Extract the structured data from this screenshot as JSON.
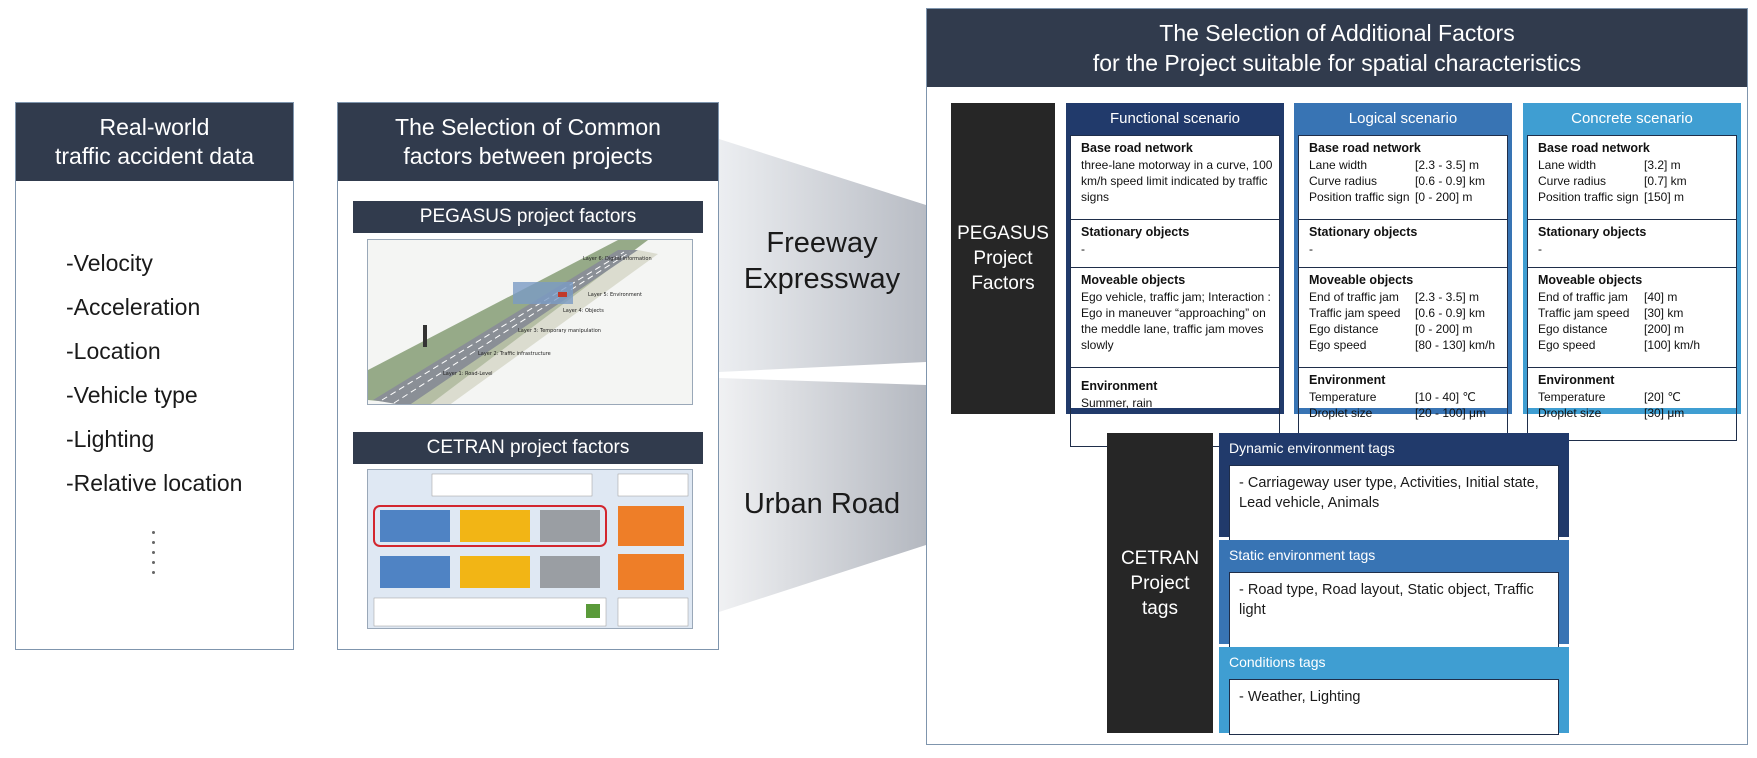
{
  "real_world": {
    "title_line1": "Real-world",
    "title_line2": "traffic accident data",
    "items": [
      "Velocity",
      "Acceleration",
      "Location",
      "Vehicle type",
      "Lighting",
      "Relative location"
    ]
  },
  "common": {
    "title_line1": "The Selection of Common",
    "title_line2": "factors between projects",
    "pegasus_label": "PEGASUS project factors",
    "cetran_label": "CETRAN project factors"
  },
  "funnel": {
    "freeway_line1": "Freeway",
    "freeway_line2": "Expressway",
    "urban": "Urban Road"
  },
  "additional": {
    "title_line1": "The Selection of Additional Factors",
    "title_line2": "for the Project suitable for spatial characteristics",
    "pegasus_block": [
      "PEGASUS",
      "Project",
      "Factors"
    ],
    "cetran_block": [
      "CETRAN",
      "Project",
      "tags"
    ]
  },
  "scenarios": {
    "functional": {
      "title": "Functional scenario",
      "base_road_title": "Base road network",
      "base_road_text": "three-lane motorway in a curve, 100 km/h speed limit indicated by traffic signs",
      "stationary_title": "Stationary objects",
      "stationary_text": "-",
      "moveable_title": "Moveable objects",
      "moveable_text": "Ego vehicle, traffic jam; Interaction : Ego in maneuver “approaching” on the meddle lane, traffic jam moves slowly",
      "env_title": "Environment",
      "env_text": "Summer, rain"
    },
    "logical": {
      "title": "Logical scenario",
      "base_road_title": "Base road network",
      "base_road_rows": [
        {
          "k": "Lane width",
          "v": "[2.3 - 3.5] m"
        },
        {
          "k": "Curve radius",
          "v": "[0.6 - 0.9] km"
        },
        {
          "k": "Position traffic sign",
          "v": "[0 - 200] m"
        }
      ],
      "stationary_title": "Stationary objects",
      "stationary_text": "-",
      "moveable_title": "Moveable objects",
      "moveable_rows": [
        {
          "k": "End of traffic jam",
          "v": "[2.3 - 3.5] m"
        },
        {
          "k": "Traffic jam speed",
          "v": "[0.6 - 0.9] km"
        },
        {
          "k": "Ego distance",
          "v": "[0 - 200] m"
        },
        {
          "k": "Ego speed",
          "v": "[80 - 130] km/h"
        }
      ],
      "env_title": "Environment",
      "env_rows": [
        {
          "k": "Temperature",
          "v": "[10 - 40] ℃"
        },
        {
          "k": "Droplet size",
          "v": "[20 - 100] μm"
        }
      ]
    },
    "concrete": {
      "title": "Concrete scenario",
      "base_road_title": "Base road network",
      "base_road_rows": [
        {
          "k": "Lane width",
          "v": "[3.2] m"
        },
        {
          "k": "Curve radius",
          "v": "[0.7] km"
        },
        {
          "k": "Position traffic sign",
          "v": "[150] m"
        }
      ],
      "stationary_title": "Stationary objects",
      "stationary_text": "-",
      "moveable_title": "Moveable objects",
      "moveable_rows": [
        {
          "k": "End of traffic jam",
          "v": "[40] m"
        },
        {
          "k": "Traffic jam speed",
          "v": "[30] km"
        },
        {
          "k": "Ego distance",
          "v": "[200] m"
        },
        {
          "k": "Ego speed",
          "v": "[100] km/h"
        }
      ],
      "env_title": "Environment",
      "env_rows": [
        {
          "k": "Temperature",
          "v": "[20] ℃"
        },
        {
          "k": "Droplet size",
          "v": "[30] μm"
        }
      ]
    }
  },
  "tags": {
    "dynamic_title": "Dynamic environment tags",
    "dynamic_text": "- Carriageway user type, Activities, Initial state, Lead vehicle, Animals",
    "static_title": "Static environment tags",
    "static_text": "- Road type, Road layout, Static object, Traffic light",
    "conditions_title": "Conditions tags",
    "conditions_text": "- Weather, Lighting"
  },
  "colors": {
    "header_dark": "#313b4d",
    "functional": "#213a6b",
    "logical": "#3874b4",
    "concrete": "#3f9ed2",
    "funnel": "#c9ccd2"
  }
}
